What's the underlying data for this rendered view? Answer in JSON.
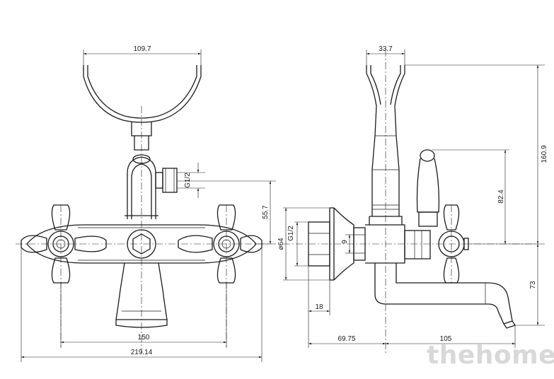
{
  "dimensions": {
    "front_cradle_width": "109.7",
    "front_outlet_thread": "G1/2",
    "front_vertical_offset": "55.7",
    "front_centers": "150",
    "front_overall_width": "219.14",
    "side_cradle_width": "33.7",
    "side_total_height": "160.9",
    "side_handle_height": "82.4",
    "side_spout_drop": "73",
    "side_inlet_thread": "G1/2",
    "side_flange_diameter": "ø64",
    "side_thread_length": "9",
    "side_flange_depth": "18",
    "side_projection_back": "69.75",
    "side_spout_reach": "105"
  },
  "watermark": "thehome"
}
